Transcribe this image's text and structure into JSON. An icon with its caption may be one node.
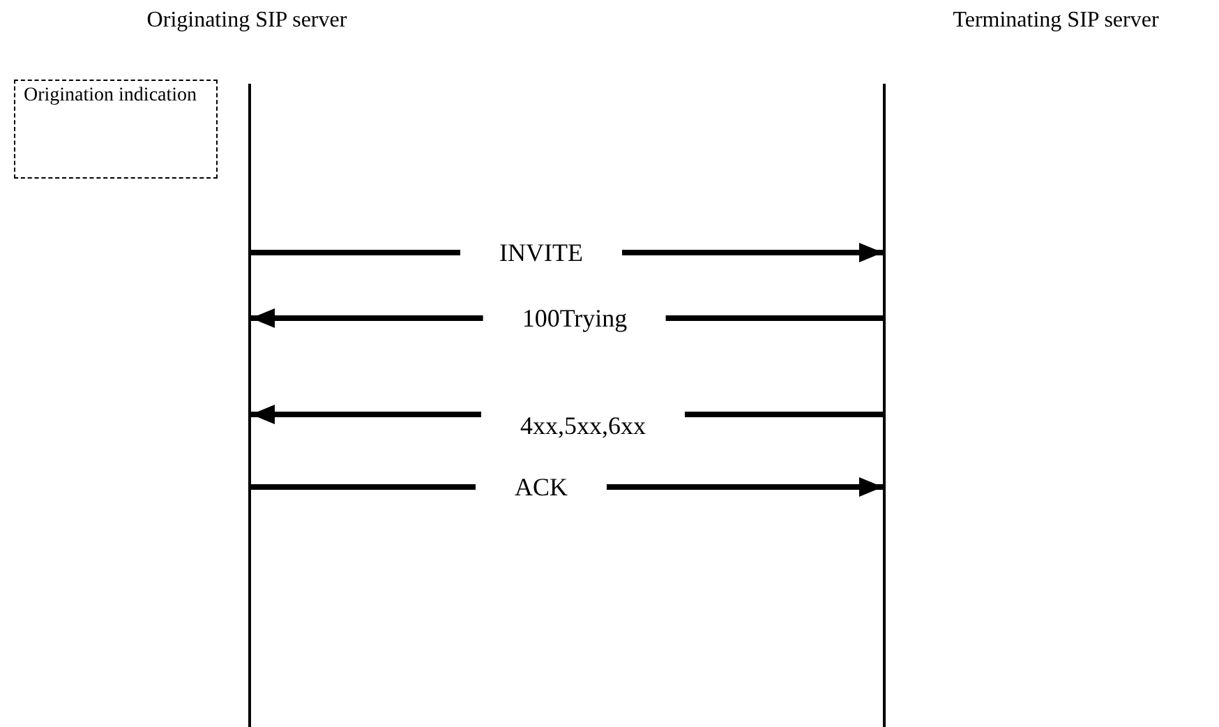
{
  "diagram": {
    "nodes": [
      {
        "text": [],
        "shape": "bar",
        "beside": [
          "Originating SIP server"
        ]
      },
      {
        "text": [],
        "shape": "bar",
        "beside": [
          "Terminating SIP server"
        ]
      },
      {
        "text": [
          "Origination indication"
        ]
      }
    ],
    "edges": [
      {
        "from": 0,
        "to": 1,
        "arrow": "to",
        "label": "INVITE"
      },
      {
        "from": 1,
        "to": 0,
        "arrow": "to",
        "label": "100Trying"
      },
      {
        "from": 1,
        "to": 0,
        "arrow": "to",
        "label": "4xx,5xx,6xx"
      },
      {
        "from": 0,
        "to": 1,
        "arrow": "to",
        "label": "ACK"
      }
    ]
  }
}
